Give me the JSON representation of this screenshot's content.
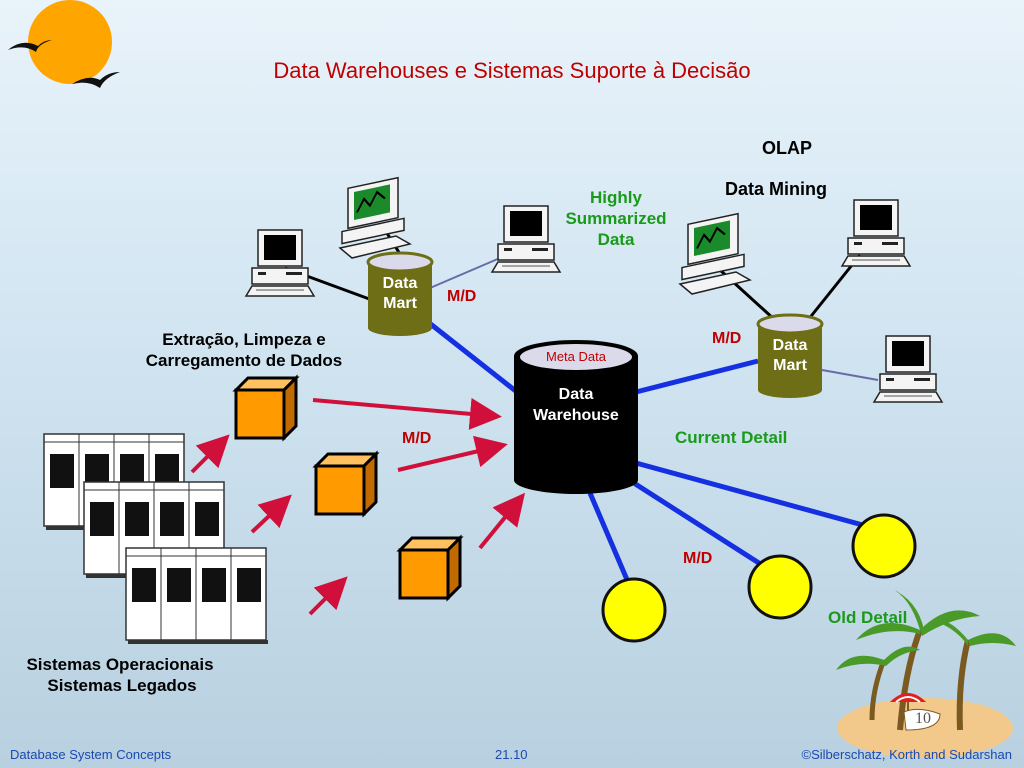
{
  "title": "Data Warehouses e Sistemas Suporte à Decisão",
  "labels": {
    "olap": "OLAP",
    "data_mining": "Data Mining",
    "highly_summarized_1": "Highly",
    "highly_summarized_2": "Summarized",
    "highly_summarized_3": "Data",
    "extraction_1": "Extração, Limpeza  e",
    "extraction_2": "Carregamento de Dados",
    "current_detail": "Current Detail",
    "old_detail": "Old Detail",
    "operational_1": "Sistemas Operacionais",
    "operational_2": "Sistemas Legados"
  },
  "data_mart_left": {
    "line1": "Data",
    "line2": "Mart"
  },
  "data_mart_right": {
    "line1": "Data",
    "line2": "Mart"
  },
  "data_warehouse": {
    "meta": "Meta Data",
    "line1": "Data",
    "line2": "Warehouse"
  },
  "md_labels": [
    "M/D",
    "M/D",
    "M/D",
    "M/D"
  ],
  "footer": {
    "left": "Database System Concepts",
    "center": "21.10",
    "right": "©Silberschatz, Korth and Sudarshan"
  },
  "page_number": "10",
  "colors": {
    "title": "#c00000",
    "green_label": "#1a9a1a",
    "connector_blue": "#1530e0",
    "arrow_red": "#d0103a",
    "cube": "#ff9a00",
    "data_mart": "#6e6e16",
    "disk": "#ffff00"
  }
}
